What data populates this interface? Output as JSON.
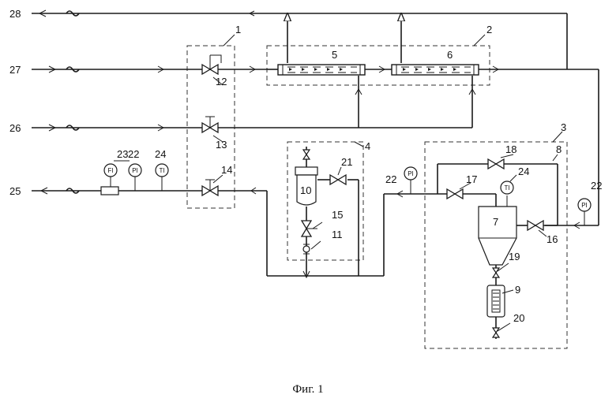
{
  "labels": {
    "n1": "1",
    "n2": "2",
    "n3": "3",
    "n4": "4",
    "n5": "5",
    "n6": "6",
    "n7": "7",
    "n8": "8",
    "n9": "9",
    "n10": "10",
    "n11": "11",
    "n12": "12",
    "n13": "13",
    "n14": "14",
    "n15": "15",
    "n16": "16",
    "n17": "17",
    "n18": "18",
    "n19": "19",
    "n20": "20",
    "n21": "21",
    "n22a": "22",
    "n22b": "22",
    "n22c": "22",
    "n23": "23",
    "n24a": "24",
    "n24b": "24",
    "n25": "25",
    "n26": "26",
    "n27": "27",
    "n28": "28"
  },
  "instruments": {
    "fi": "FI",
    "pi": "PI",
    "ti": "TI"
  },
  "caption": "Фиг. 1"
}
